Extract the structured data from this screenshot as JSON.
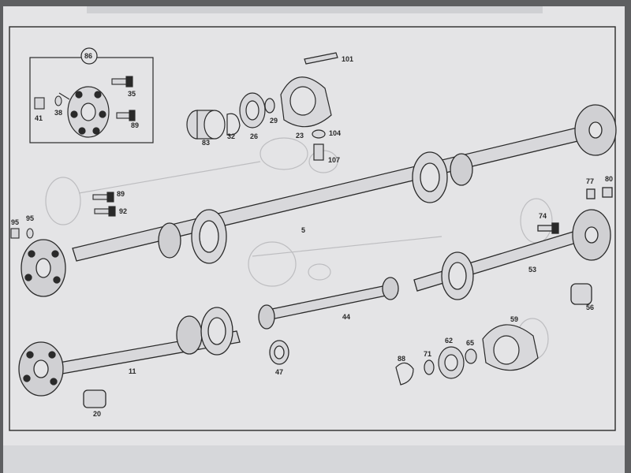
{
  "diagram": {
    "inset_callout": "86",
    "part_labels": [
      {
        "id": "p86",
        "text": "86"
      },
      {
        "id": "p35",
        "text": "35"
      },
      {
        "id": "p41",
        "text": "41"
      },
      {
        "id": "p38",
        "text": "38"
      },
      {
        "id": "p89a",
        "text": "89"
      },
      {
        "id": "p101",
        "text": "101"
      },
      {
        "id": "p83",
        "text": "83"
      },
      {
        "id": "p32",
        "text": "32"
      },
      {
        "id": "p26",
        "text": "26"
      },
      {
        "id": "p29",
        "text": "29"
      },
      {
        "id": "p23",
        "text": "23"
      },
      {
        "id": "p104",
        "text": "104"
      },
      {
        "id": "p107",
        "text": "107"
      },
      {
        "id": "p89b",
        "text": "89"
      },
      {
        "id": "p92",
        "text": "92"
      },
      {
        "id": "p95a",
        "text": "95"
      },
      {
        "id": "p95b",
        "text": "95"
      },
      {
        "id": "p5",
        "text": "5"
      },
      {
        "id": "p77",
        "text": "77"
      },
      {
        "id": "p80",
        "text": "80"
      },
      {
        "id": "p74",
        "text": "74"
      },
      {
        "id": "p53",
        "text": "53"
      },
      {
        "id": "p56",
        "text": "56"
      },
      {
        "id": "p44",
        "text": "44"
      },
      {
        "id": "p59",
        "text": "59"
      },
      {
        "id": "p11",
        "text": "11"
      },
      {
        "id": "p47",
        "text": "47"
      },
      {
        "id": "p88",
        "text": "88"
      },
      {
        "id": "p71",
        "text": "71"
      },
      {
        "id": "p62",
        "text": "62"
      },
      {
        "id": "p65",
        "text": "65"
      },
      {
        "id": "p20",
        "text": "20"
      }
    ]
  },
  "colors": {
    "background": "#5e5f61",
    "paper": "#e4e4e6",
    "ink": "#2a2a2a",
    "ghost": "#bdbdc0"
  }
}
